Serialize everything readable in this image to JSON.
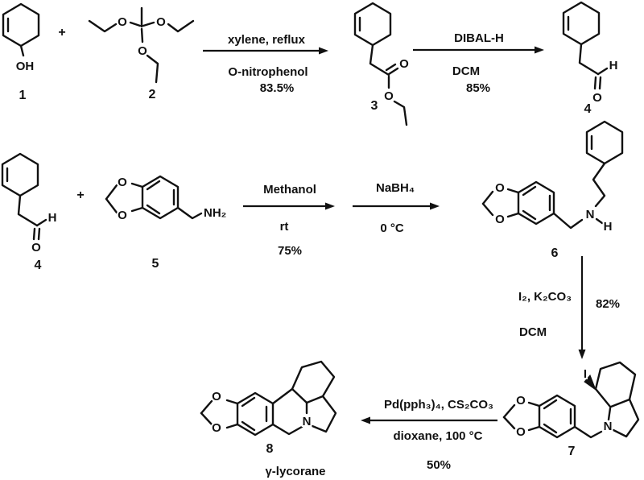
{
  "scheme": {
    "background": "#ffffff",
    "ink": "#111111",
    "plus1": "+",
    "plus2": "+",
    "compounds": {
      "c1": {
        "number": "1",
        "oh": "OH"
      },
      "c2": {
        "number": "2",
        "o_left": "O",
        "o_right": "O",
        "o_bottom": "O"
      },
      "c3": {
        "number": "3",
        "o_carbonyl": "O",
        "o_ester": "O"
      },
      "c4_top": {
        "number": "4",
        "h": "H",
        "o": "O"
      },
      "c4_left": {
        "number": "4",
        "h": "H",
        "o": "O"
      },
      "c5": {
        "number": "5",
        "o_top": "O",
        "o_bottom": "O",
        "nh2": "NH₂"
      },
      "c6": {
        "number": "6",
        "o_top": "O",
        "o_bottom": "O",
        "n": "N",
        "h": "H"
      },
      "c7": {
        "number": "7",
        "o_top": "O",
        "o_bottom": "O",
        "n": "N",
        "i": "I"
      },
      "c8": {
        "number": "8",
        "o_top": "O",
        "o_bottom": "O",
        "n": "N",
        "name": "γ-lycorane"
      }
    },
    "steps": {
      "step1": {
        "above": "xylene, reflux",
        "below1": "O-nitrophenol",
        "below2": "83.5%"
      },
      "step2": {
        "above": "DIBAL-H",
        "below1": "DCM",
        "below2": "85%"
      },
      "step3": {
        "above": "Methanol",
        "below1": "rt",
        "below2": "75%"
      },
      "step4": {
        "above": "NaBH₄",
        "below1": "0 °C"
      },
      "step5": {
        "left1": "I₂, K₂CO₃",
        "left2": "DCM",
        "right1": "82%"
      },
      "step6": {
        "above": "Pd(pph₃)₄, CS₂CO₃",
        "below1": "dioxane, 100 °C",
        "below2": "50%"
      }
    }
  }
}
